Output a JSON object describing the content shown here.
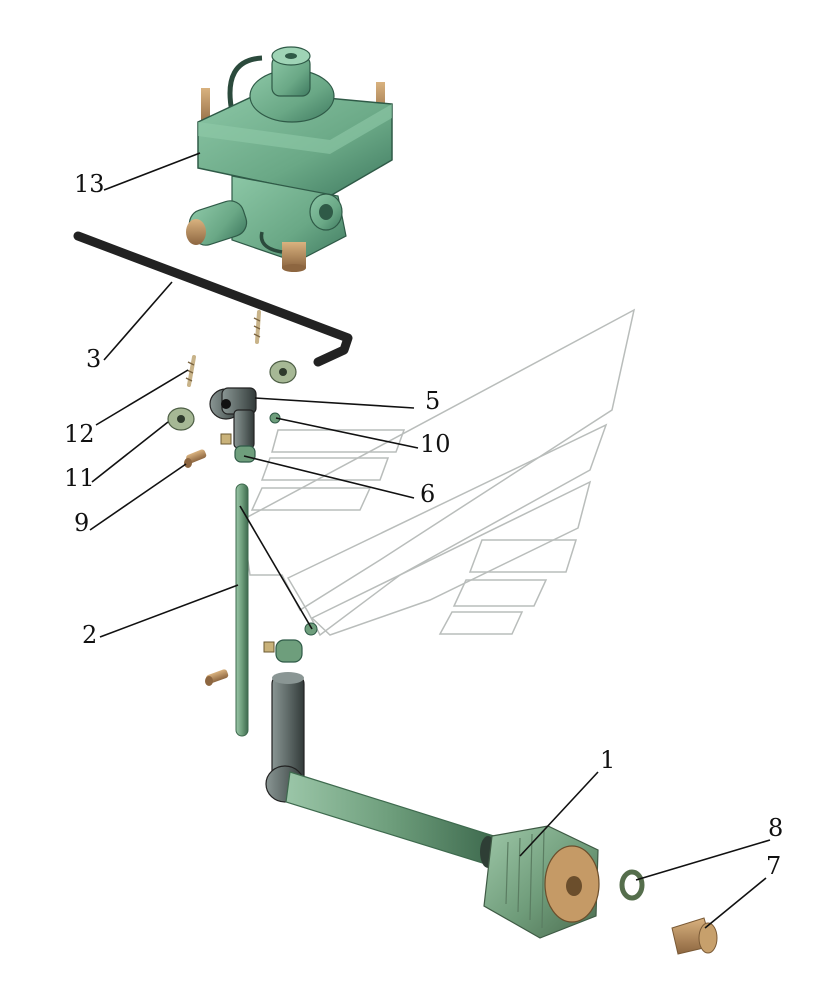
{
  "diagram": {
    "callouts": {
      "c1": "1",
      "c2": "2",
      "c3": "3",
      "c5": "5",
      "c6": "6",
      "c7": "7",
      "c8": "8",
      "c9": "9",
      "c10": "10",
      "c11": "11",
      "c12": "12",
      "c13": "13"
    }
  },
  "colors": {
    "valve_body": "#6fae8e",
    "valve_dark": "#3f7a60",
    "rod": "#6e9e7c",
    "link_rod": "#222222",
    "lever_grey": "#5f6a68",
    "bronze": "#b0875a",
    "watermark": "#b9bdbb"
  }
}
